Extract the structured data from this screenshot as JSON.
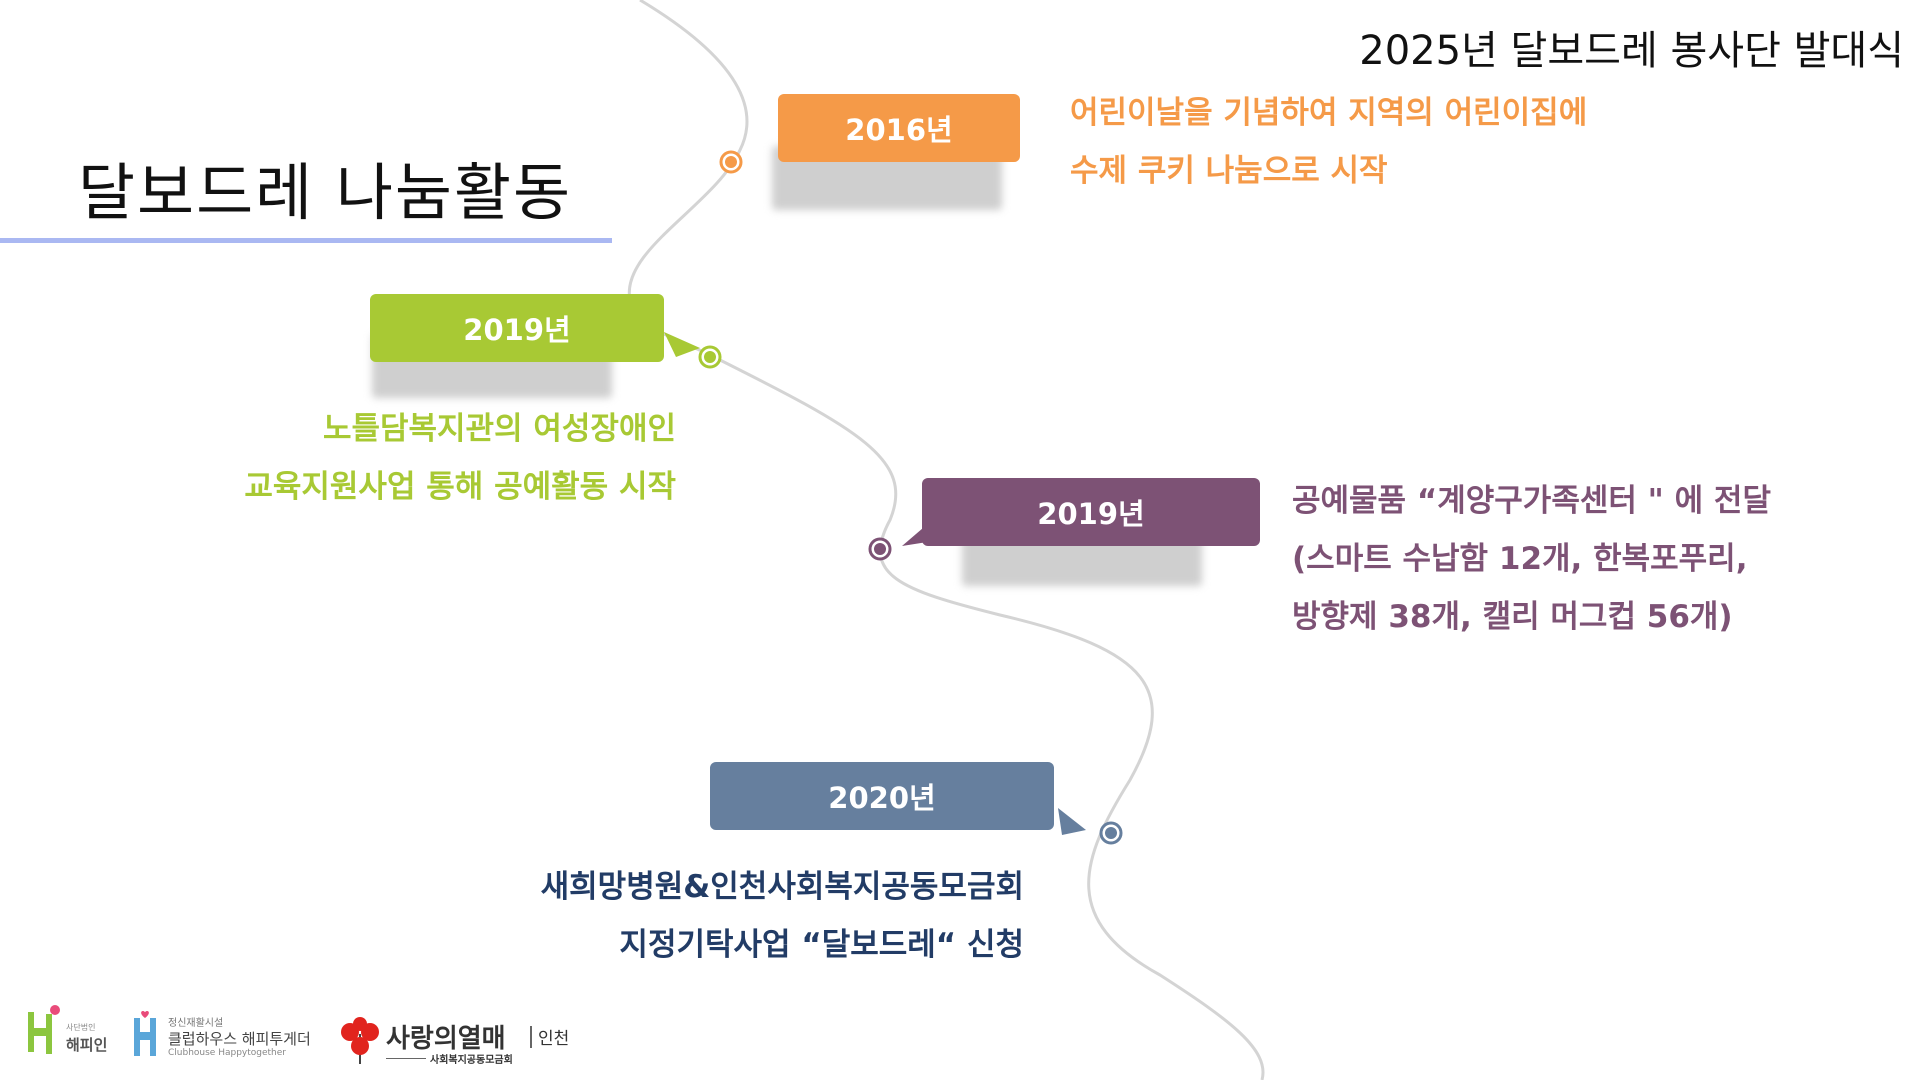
{
  "header": {
    "event_title": "2025년 달보드레 봉사단 발대식"
  },
  "page_title": "달보드레 나눔활동",
  "colors": {
    "orange": "#f59a48",
    "green": "#a8c934",
    "purple": "#7d5275",
    "slate": "#667f9e",
    "underline": "#aab8f2",
    "navy": "#223c66"
  },
  "milestones": [
    {
      "year": "2016년",
      "color": "#f59a48",
      "lines": [
        "어린이날을 기념하여 지역의 어린이집에",
        "수제 쿠키 나눔으로 시작"
      ]
    },
    {
      "year": "2019년",
      "color": "#a8c934",
      "lines": [
        "노틀담복지관의 여성장애인",
        "교육지원사업 통해 공예활동 시작"
      ]
    },
    {
      "year": "2019년",
      "color": "#7d5275",
      "lines": [
        "공예물품 “계양구가족센터 \" 에 전달",
        "(스마트 수납함 12개, 한복포푸리,",
        "방향제 38개, 캘리 머그컵 56개)"
      ]
    },
    {
      "year": "2020년",
      "color": "#667f9e",
      "lines": [
        "새희망병원&인천사회복지공동모금회",
        "지정기탁사업 “달보드레“ 신청"
      ]
    }
  ],
  "logos": {
    "happyin": {
      "small": "사단법인",
      "name": "해피인"
    },
    "clubhouse": {
      "small": "정신재활시설",
      "name": "클럽하우스 해피투게더",
      "english": "Clubhouse Happytogether"
    },
    "community_chest": {
      "name": "사랑의열매",
      "region": "인천",
      "sub": "사회복지공동모금회"
    }
  }
}
